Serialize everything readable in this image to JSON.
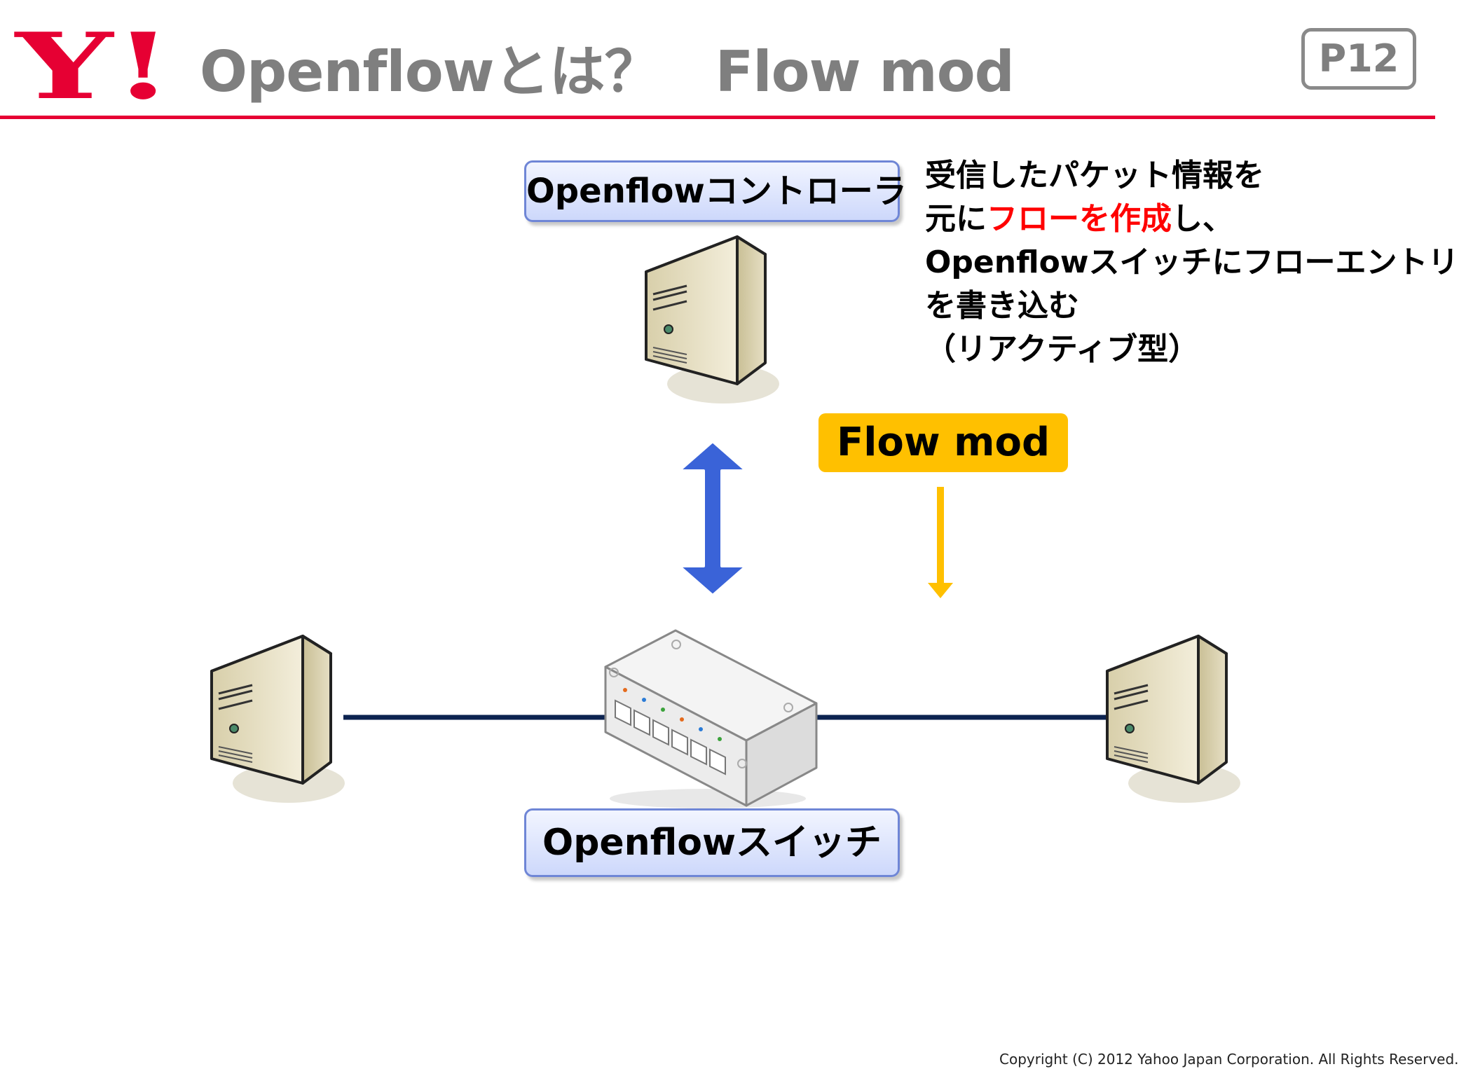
{
  "header": {
    "logo_text": "Y!",
    "title": "Openflowとは？　Flow mod",
    "page": "P12",
    "accent_color": "#e60033"
  },
  "diagram": {
    "controller_label": "Openflowコントローラ",
    "switch_label": "Openflowスイッチ",
    "flowmod_label": "Flow mod",
    "description": {
      "line1": "受信したパケット情報を",
      "line2_pre": "元に",
      "line2_highlight": "フローを作成",
      "line2_post": "し、",
      "line3": "Openflowスイッチにフローエントリ",
      "line4": "を書き込む",
      "line5": "（リアクティブ型）"
    },
    "colors": {
      "label_fill": "#cdd8fb",
      "label_border": "#6f86d6",
      "flowmod_fill": "#ffc000",
      "bidirectional_arrow": "#3a63d8",
      "flowmod_arrow": "#ffc000",
      "link_line": "#0c2350"
    },
    "icons": [
      "server-controller-icon",
      "server-left-icon",
      "server-right-icon",
      "network-switch-icon"
    ]
  },
  "footer": {
    "copyright": "Copyright (C) 2012 Yahoo Japan Corporation. All Rights Reserved."
  }
}
